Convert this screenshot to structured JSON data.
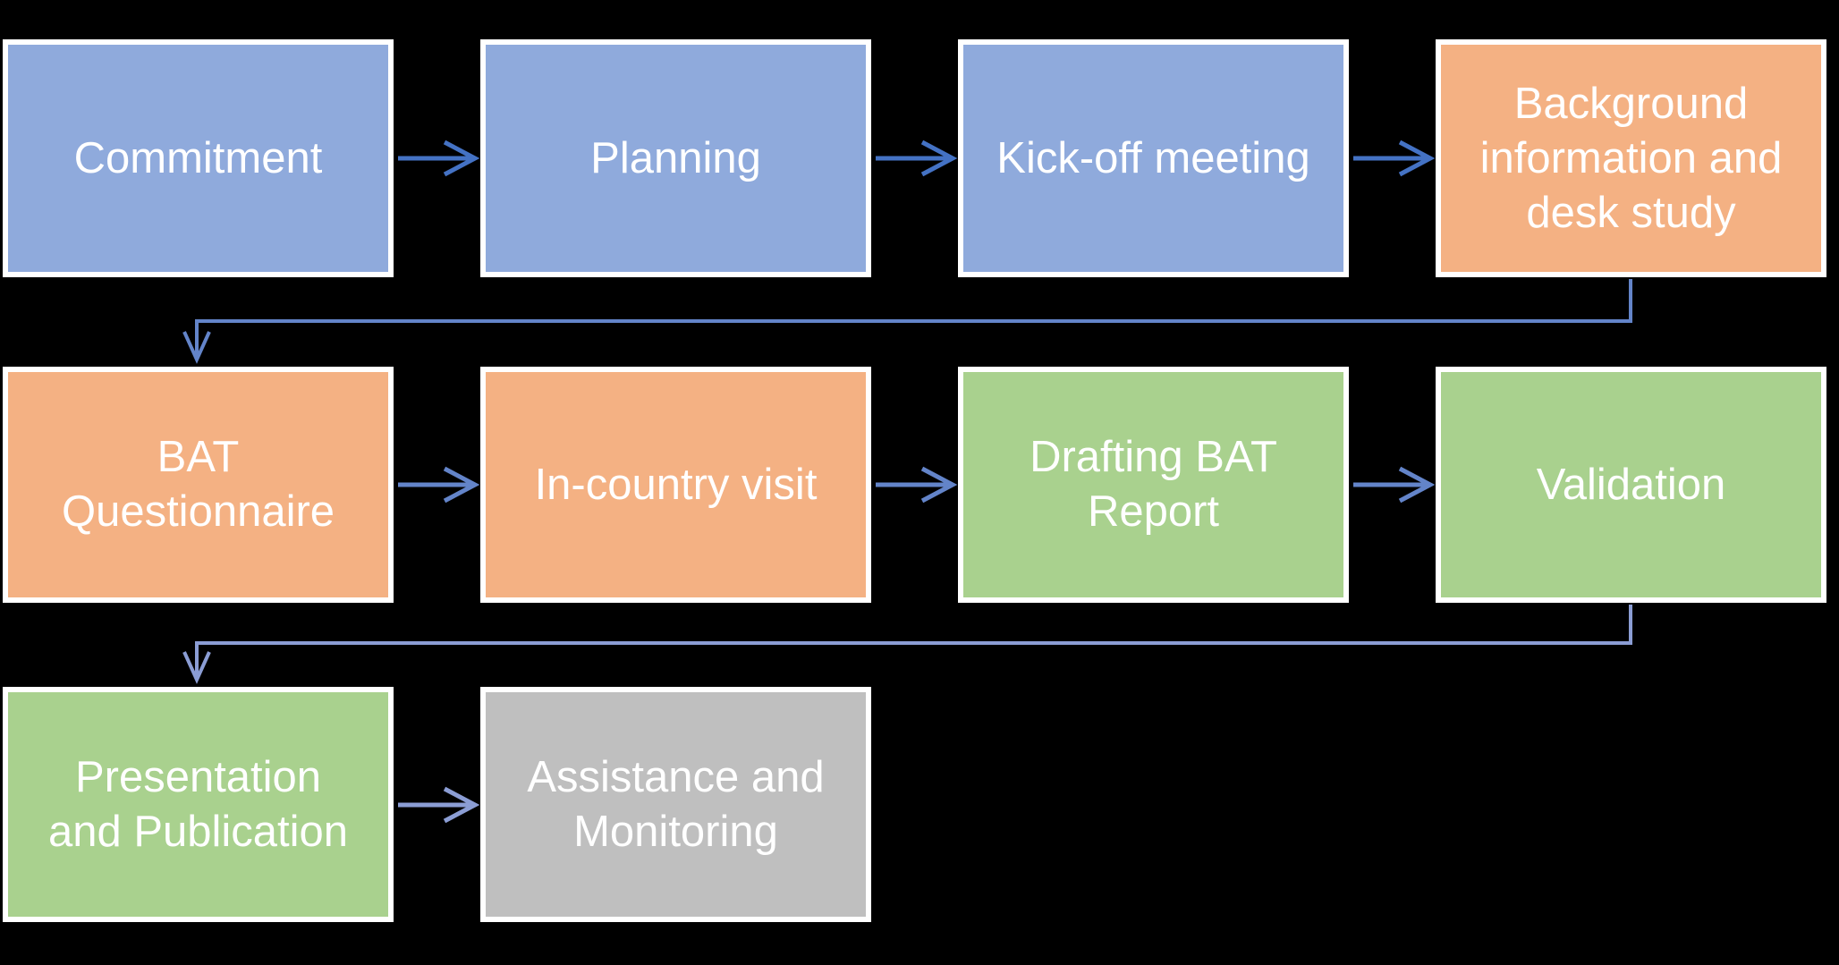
{
  "canvas": {
    "background": "#000000"
  },
  "palette": {
    "box_blue": "#8FAADC",
    "box_orange": "#F4B183",
    "box_green": "#A9D18E",
    "box_gray": "#BFBFBF",
    "box_border": "#FFFFFF",
    "text": "#FFFFFF",
    "arrow_row1": "#4472C4",
    "arrow_row2": "#6384C9",
    "arrow_row3": "#8B9DD4"
  },
  "flowchart": {
    "boxes": [
      {
        "id": "commitment",
        "label": "Commitment",
        "color_name": "blue",
        "fill": "#8FAADC"
      },
      {
        "id": "planning",
        "label": "Planning",
        "color_name": "blue",
        "fill": "#8FAADC"
      },
      {
        "id": "kickoff-meeting",
        "label": "Kick-off meeting",
        "color_name": "blue",
        "fill": "#8FAADC"
      },
      {
        "id": "background-info",
        "label": "Background\ninformation and\ndesk study",
        "color_name": "orange",
        "fill": "#F4B183"
      },
      {
        "id": "bat-questionnaire",
        "label": "BAT\nQuestionnaire",
        "color_name": "orange",
        "fill": "#F4B183"
      },
      {
        "id": "in-country-visit",
        "label": "In-country visit",
        "color_name": "orange",
        "fill": "#F4B183"
      },
      {
        "id": "drafting-report",
        "label": "Drafting BAT\nReport",
        "color_name": "green",
        "fill": "#A9D18E"
      },
      {
        "id": "validation",
        "label": "Validation",
        "color_name": "green",
        "fill": "#A9D18E"
      },
      {
        "id": "presentation",
        "label": "Presentation\nand Publication",
        "color_name": "green",
        "fill": "#A9D18E"
      },
      {
        "id": "assistance",
        "label": "Assistance and\nMonitoring",
        "color_name": "gray",
        "fill": "#BFBFBF"
      }
    ],
    "connections": [
      {
        "from": "Commitment",
        "to": "Planning",
        "style": "straight-arrow"
      },
      {
        "from": "Planning",
        "to": "Kick-off meeting",
        "style": "straight-arrow"
      },
      {
        "from": "Kick-off meeting",
        "to": "Background information and desk study",
        "style": "straight-arrow"
      },
      {
        "from": "Background information and desk study",
        "to": "BAT Questionnaire",
        "style": "elbow-arrow"
      },
      {
        "from": "BAT Questionnaire",
        "to": "In-country visit",
        "style": "straight-arrow"
      },
      {
        "from": "In-country visit",
        "to": "Drafting BAT Report",
        "style": "straight-arrow"
      },
      {
        "from": "Drafting BAT Report",
        "to": "Validation",
        "style": "straight-arrow"
      },
      {
        "from": "Validation",
        "to": "Presentation and Publication",
        "style": "elbow-arrow"
      },
      {
        "from": "Presentation and Publication",
        "to": "Assistance and Monitoring",
        "style": "straight-arrow"
      }
    ]
  }
}
